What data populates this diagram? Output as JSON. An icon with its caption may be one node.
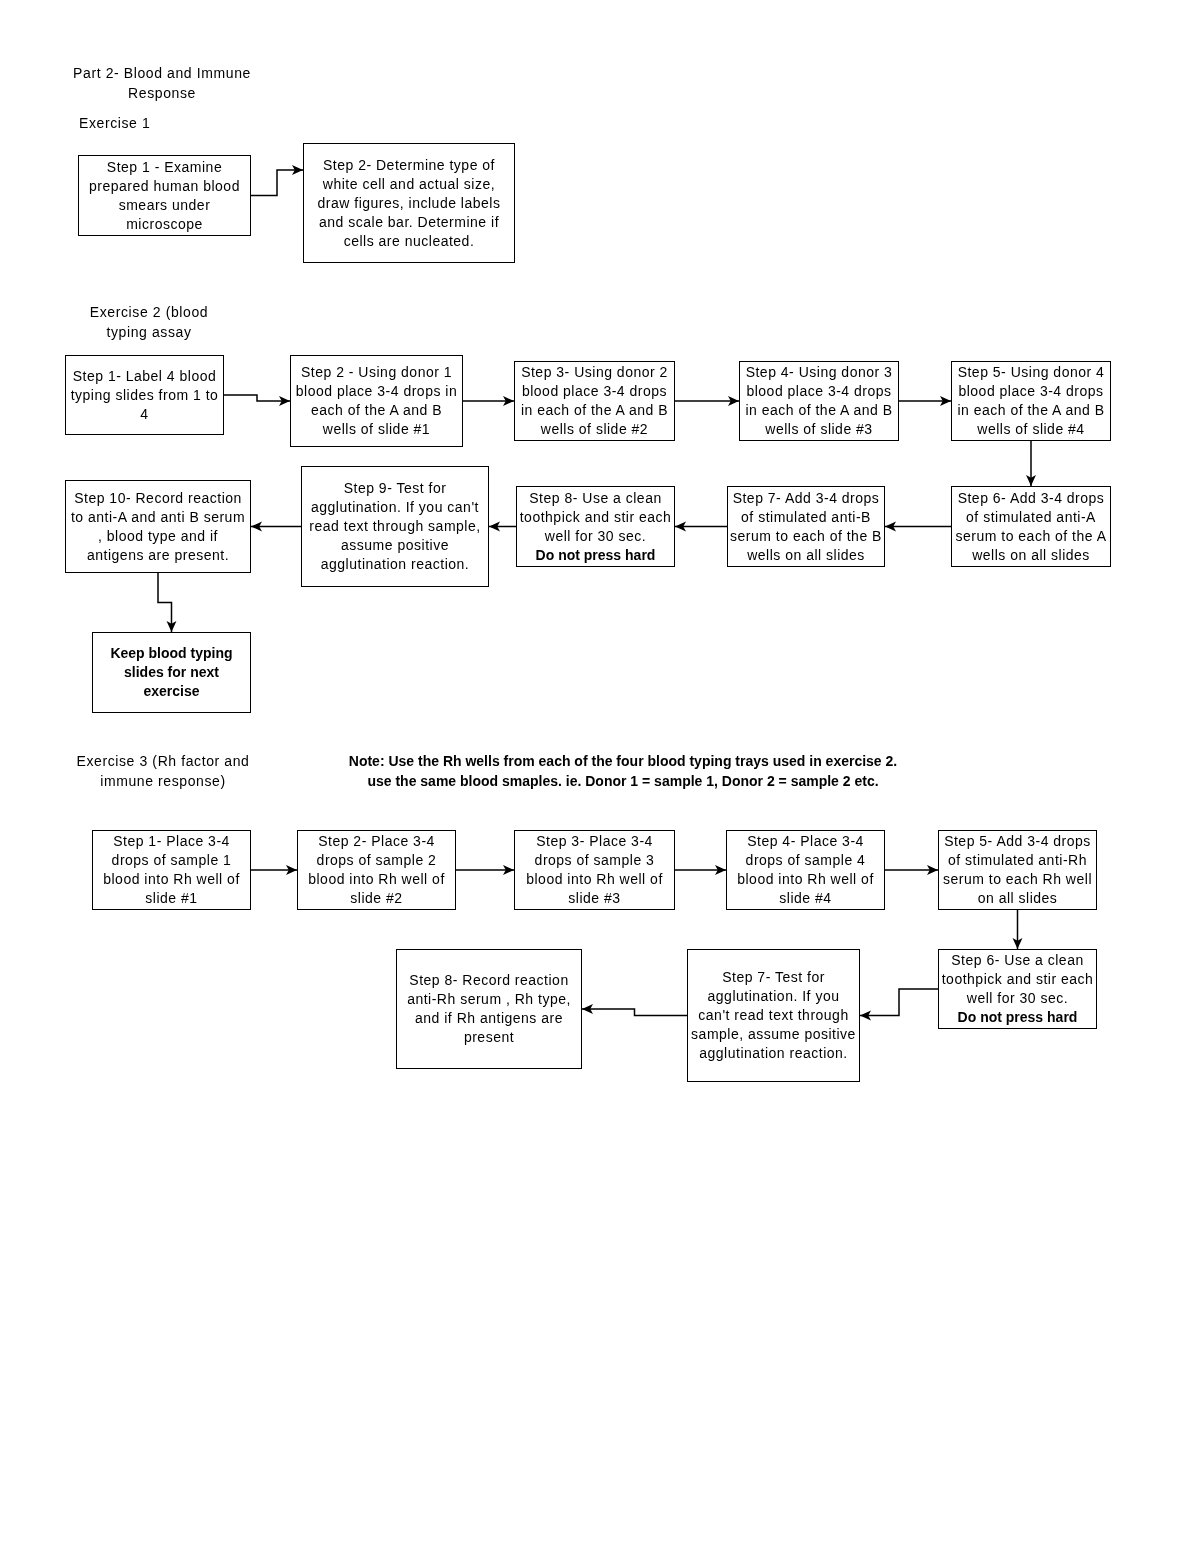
{
  "diagram": {
    "title": "Part 2- Blood and Immune Response",
    "nodes": [
      {
        "text": [
          "Step 1 - Examine prepared human blood smears under microscope"
        ]
      },
      {
        "text": [
          "Step 2- Determine type of white cell and actual size, draw figures, include labels and scale bar. Determine if cells are nucleated."
        ]
      },
      {
        "text": [
          "Step 1- Label 4 blood typing slides from 1 to 4"
        ]
      },
      {
        "text": [
          "Step 2 - Using donor 1 blood place 3-4 drops in each of the A and B wells of slide #1"
        ]
      },
      {
        "text": [
          "Step 3- Using donor 2 blood place 3-4 drops in each of the A and B wells of slide #2"
        ]
      },
      {
        "text": [
          "Step 4- Using donor 3 blood place 3-4 drops in each of the A and B wells of slide #3"
        ]
      },
      {
        "text": [
          "Step 5- Using donor 4 blood place 3-4 drops in each of the A and B wells of slide #4"
        ]
      },
      {
        "text": [
          "Step 6- Add 3-4 drops of stimulated anti-A serum to each of the A wells on all slides"
        ]
      },
      {
        "text": [
          "Step 7- Add 3-4 drops of stimulated anti-B serum to each of the B wells on all slides"
        ]
      },
      {
        "text": [
          "Step 8- Use a clean toothpick and stir each well for 30 sec. **Do not press hard**"
        ]
      },
      {
        "text": [
          "Step 9- Test for agglutination. If you can't read text through sample, assume positive agglutination reaction."
        ]
      },
      {
        "text": [
          "Step 10- Record reaction to anti-A and anti B serum , blood type and if antigens are present."
        ]
      },
      {
        "text": [
          "Keep blood typing slides for next exercise"
        ]
      },
      {
        "text": [
          "Step 1- Place 3-4 drops of sample 1 blood into Rh well of slide #1"
        ]
      },
      {
        "text": [
          "Step 2- Place 3-4 drops of sample 2 blood into Rh well of slide #2"
        ]
      },
      {
        "text": [
          "Step 3- Place 3-4 drops of sample 3 blood into Rh well of slide #3"
        ]
      },
      {
        "text": [
          "Step 4- Place 3-4 drops of sample 4 blood into Rh well of slide #4"
        ]
      },
      {
        "text": [
          "Step 5- Add 3-4 drops of stimulated anti-Rh serum to each Rh well on all slides"
        ]
      },
      {
        "text": [
          "Step 6- Use a clean toothpick and stir each well for 30 sec. **Do not press hard**"
        ]
      },
      {
        "text": [
          "Step 7- Test for agglutination. If you can't read text through sample, assume positive agglutination reaction."
        ]
      },
      {
        "text": [
          "Step 8- Record reaction anti-Rh serum , Rh type, and if Rh antigens are present"
        ]
      }
    ],
    "edges": [
      {
        "from": 0,
        "to": 1,
        "arrow": "to"
      },
      {
        "from": 2,
        "to": 3,
        "arrow": "to"
      },
      {
        "from": 3,
        "to": 4,
        "arrow": "to"
      },
      {
        "from": 4,
        "to": 5,
        "arrow": "to"
      },
      {
        "from": 5,
        "to": 6,
        "arrow": "to"
      },
      {
        "from": 6,
        "to": 7,
        "arrow": "to"
      },
      {
        "from": 7,
        "to": 8,
        "arrow": "to"
      },
      {
        "from": 8,
        "to": 9,
        "arrow": "to"
      },
      {
        "from": 9,
        "to": 10,
        "arrow": "to"
      },
      {
        "from": 10,
        "to": 11,
        "arrow": "to"
      },
      {
        "from": 11,
        "to": 12,
        "arrow": "to"
      },
      {
        "from": 13,
        "to": 14,
        "arrow": "to"
      },
      {
        "from": 14,
        "to": 15,
        "arrow": "to"
      },
      {
        "from": 15,
        "to": 16,
        "arrow": "to"
      },
      {
        "from": 16,
        "to": 17,
        "arrow": "to"
      },
      {
        "from": 17,
        "to": 18,
        "arrow": "to"
      },
      {
        "from": 18,
        "to": 19,
        "arrow": "to"
      },
      {
        "from": 19,
        "to": 20,
        "arrow": "to"
      }
    ],
    "labels": [
      "Exercise 1",
      "Exercise 2 (blood typing assay",
      "Exercise 3 (Rh factor and immune response)",
      "Note: Use the Rh wells from each of the four blood typing trays used in exercise 2. use the same blood smaples. ie. Donor 1 = sample 1, Donor 2 = sample 2 etc."
    ]
  }
}
